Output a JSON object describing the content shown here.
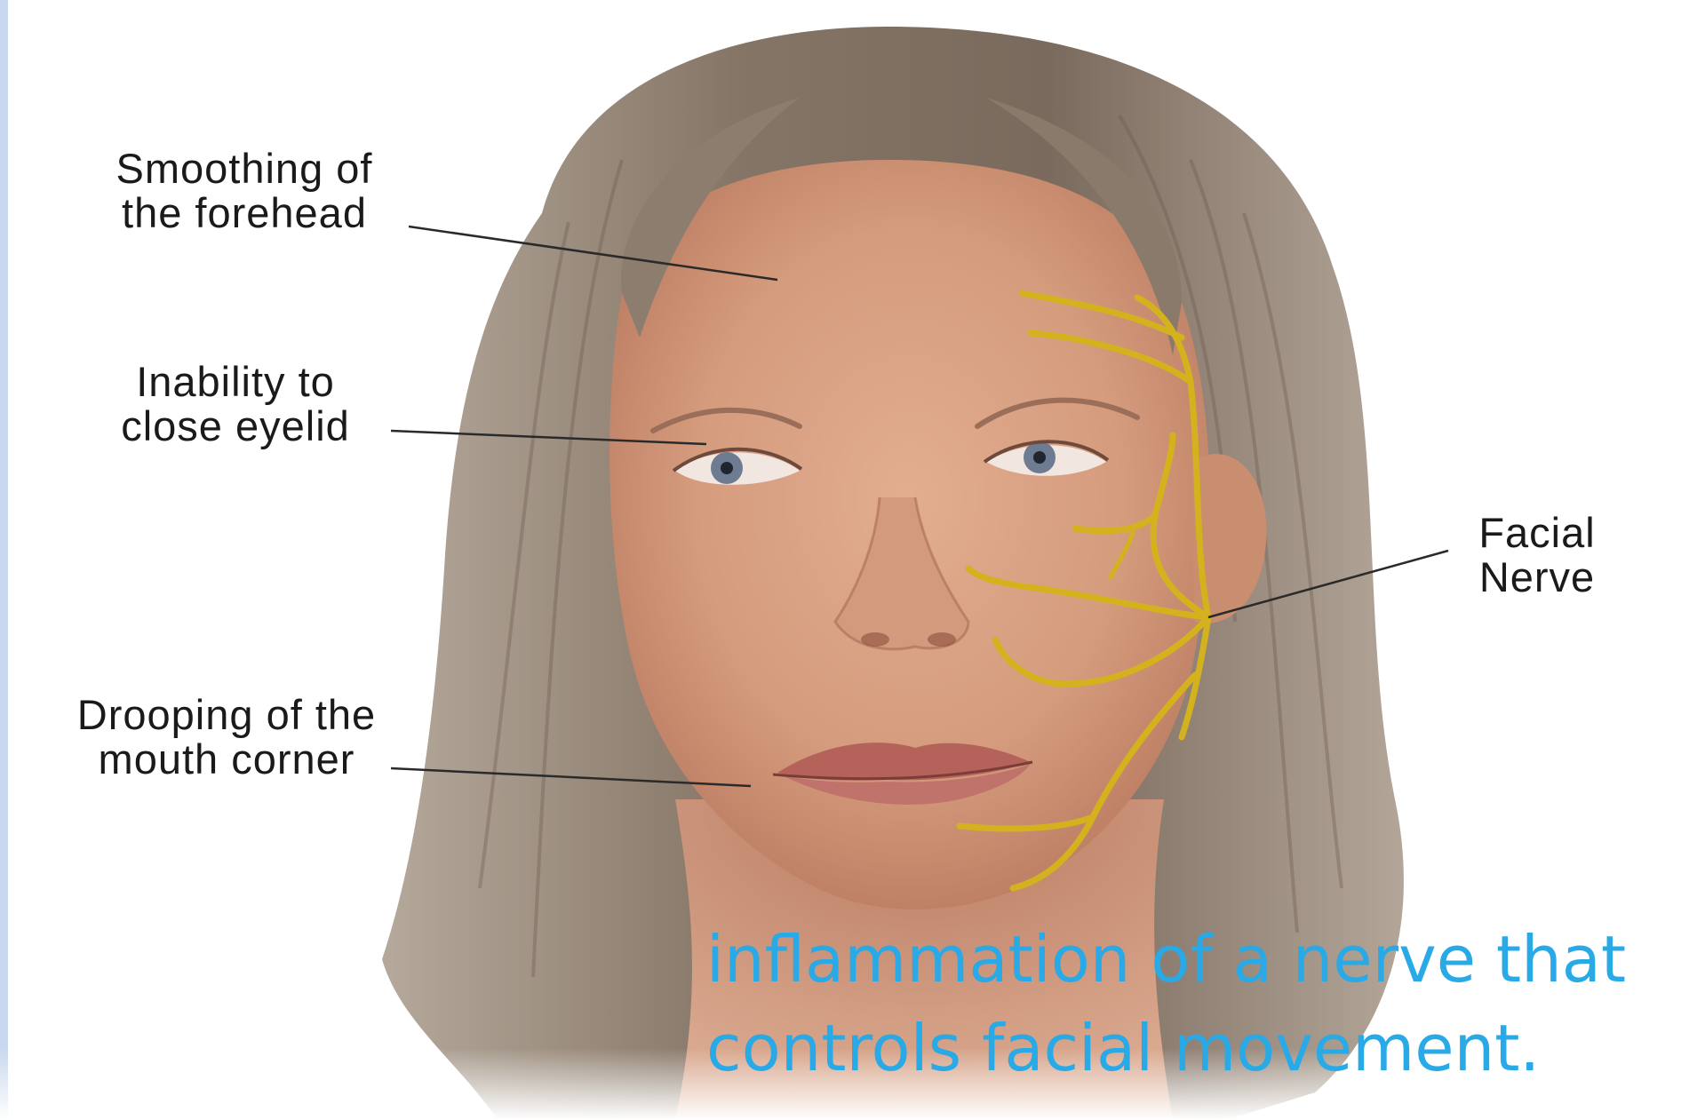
{
  "labels": {
    "forehead": {
      "line1": "Smoothing of",
      "line2": "the forehead"
    },
    "eyelid": {
      "line1": "Inability to",
      "line2": "close eyelid"
    },
    "mouth": {
      "line1": "Drooping of the",
      "line2": "mouth corner"
    },
    "nerve": {
      "line1": "Facial",
      "line2": "Nerve"
    }
  },
  "caption": {
    "line1": "inflammation of a nerve that",
    "line2": "controls facial movement."
  },
  "colors": {
    "caption": "#29a9e6",
    "nerve": "#d4b21e",
    "hair": "#8a7a6c",
    "skin": "#d9a184",
    "left_bar": "#c9d8ee"
  }
}
